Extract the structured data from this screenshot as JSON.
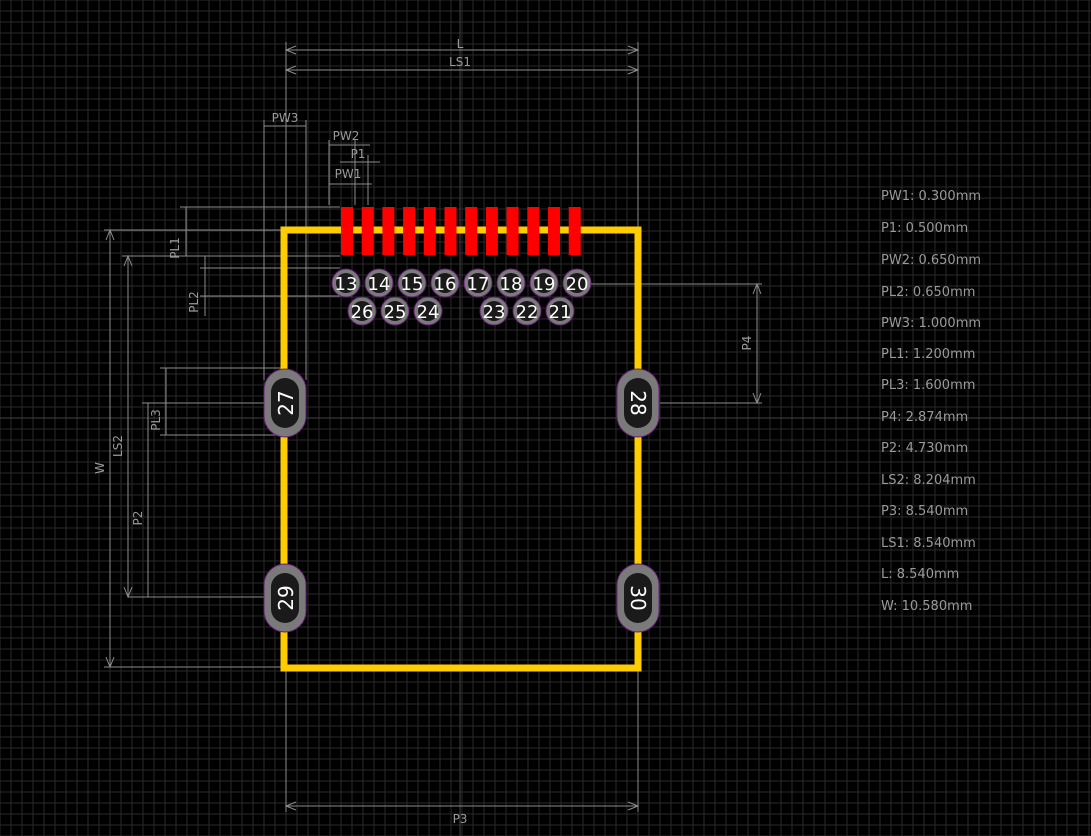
{
  "colors": {
    "background": "#000000",
    "grid": "#2a2a2a",
    "outline": "#ffcc00",
    "smd_pad": "#ff0000",
    "pad_ring": "#7a7a7a",
    "pad_core": "#1a1a1a",
    "dim": "#8c8c8c"
  },
  "dimensions": {
    "L": "L",
    "LS1": "LS1",
    "PW3": "PW3",
    "PW2": "PW2",
    "P1": "P1",
    "PW1": "PW1",
    "PL1": "PL1",
    "PL2": "PL2",
    "PL3": "PL3",
    "P4": "P4",
    "LS2": "LS2",
    "W": "W",
    "P2": "P2",
    "P3": "P3"
  },
  "pads": {
    "row1": [
      "13",
      "14",
      "15",
      "16",
      "17",
      "18",
      "19",
      "20"
    ],
    "row2": [
      "26",
      "25",
      "24",
      "23",
      "22",
      "21"
    ],
    "mount": [
      "27",
      "28",
      "29",
      "30"
    ]
  },
  "params": [
    "PW1: 0.300mm",
    "P1: 0.500mm",
    "PW2: 0.650mm",
    "PL2: 0.650mm",
    "PW3: 1.000mm",
    "PL1: 1.200mm",
    "PL3: 1.600mm",
    "P4: 2.874mm",
    "P2: 4.730mm",
    "LS2: 8.204mm",
    "P3: 8.540mm",
    "LS1: 8.540mm",
    "L: 8.540mm",
    "W: 10.580mm"
  ]
}
